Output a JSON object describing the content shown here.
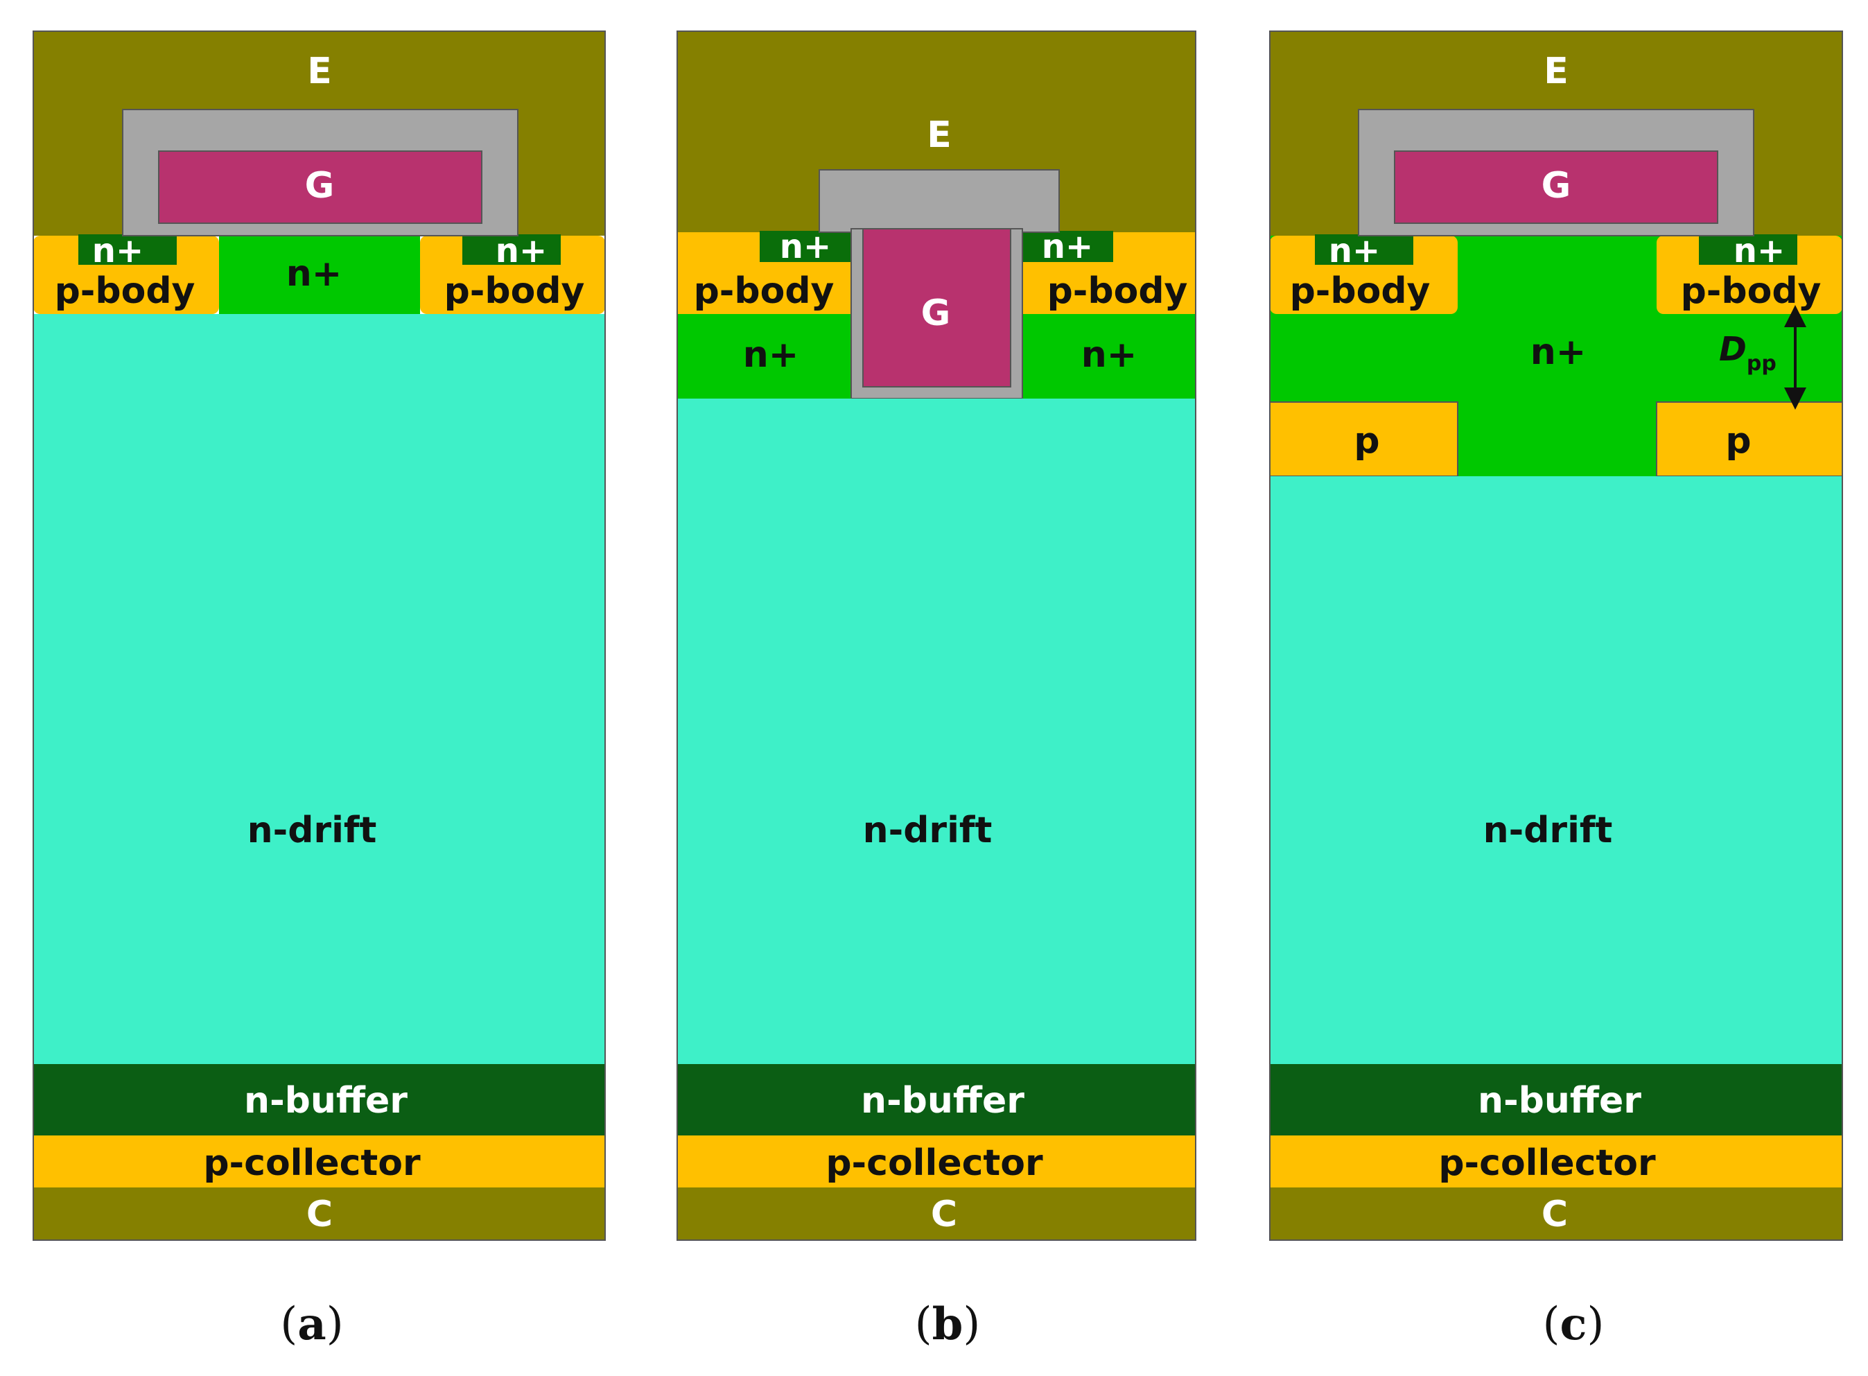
{
  "colors": {
    "metal": "#858000",
    "oxide": "#a6a6a6",
    "gate": "#b8326e",
    "p_region": "#ffc000",
    "n_plus": "#00c800",
    "n_plus_contact": "#0a6e0a",
    "n_drift": "#3ef0c8",
    "n_buffer": "#0b5e14",
    "outline": "#555555"
  },
  "panel_a": {
    "emitter": "E",
    "gate": "G",
    "n_plus_left": "n+",
    "n_plus_right": "n+",
    "n_plus_center": "n+",
    "p_body_left": "p-body",
    "p_body_right": "p-body",
    "n_drift": "n-drift",
    "n_buffer": "n-buffer",
    "p_collector": "p-collector",
    "collector": "C",
    "caption_open": "(",
    "caption_letter": "a",
    "caption_close": ")"
  },
  "panel_b": {
    "emitter": "E",
    "gate": "G",
    "n_plus_left": "n+",
    "n_plus_right": "n+",
    "n_plus_lower_left": "n+",
    "n_plus_lower_right": "n+",
    "p_body_left": "p-body",
    "p_body_right": "p-body",
    "n_drift": "n-drift",
    "n_buffer": "n-buffer",
    "p_collector": "p-collector",
    "collector": "C",
    "caption_open": "(",
    "caption_letter": "b",
    "caption_close": ")"
  },
  "panel_c": {
    "emitter": "E",
    "gate": "G",
    "n_plus_left": "n+",
    "n_plus_right": "n+",
    "n_plus_center": "n+",
    "p_body_left": "p-body",
    "p_body_right": "p-body",
    "p_left": "p",
    "p_right": "p",
    "dpp_main": "D",
    "dpp_sub": "pp",
    "n_drift": "n-drift",
    "n_buffer": "n-buffer",
    "p_collector": "p-collector",
    "collector": "C",
    "caption_open": "(",
    "caption_letter": "c",
    "caption_close": ")"
  }
}
